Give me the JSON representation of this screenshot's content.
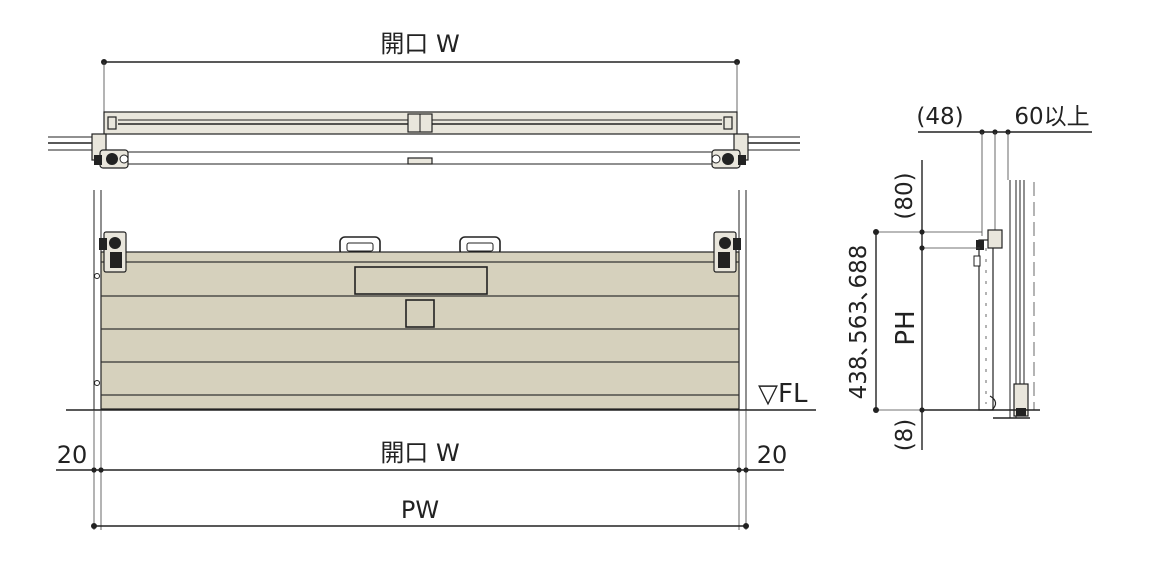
{
  "labels": {
    "opening_w_top": "開口 W",
    "opening_w_bottom": "開口 W",
    "pw": "PW",
    "edge_left": "20",
    "edge_right": "20",
    "fl": "▽FL",
    "side_48": "(48)",
    "side_60": "60以上",
    "side_80": "(80)",
    "side_ph": "PH",
    "side_heights": "438､563､688",
    "side_8": "(8)"
  },
  "colors": {
    "panel": "#d6d1bd",
    "line": "#222222",
    "background": "#ffffff"
  }
}
